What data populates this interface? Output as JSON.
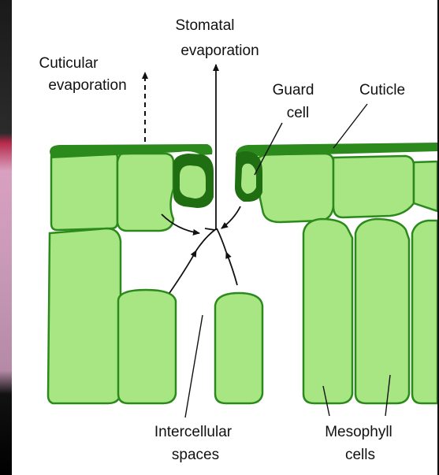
{
  "colors": {
    "cell_fill": "#a8e684",
    "cell_outline": "#2c8a1c",
    "cuticle": "#2c8a1c",
    "guard_cell": "#1f6e12",
    "background": "#ffffff",
    "text": "#111111"
  },
  "labels": {
    "stomatal_line1": "Stomatal",
    "stomatal_line2": "evaporation",
    "cuticular_line1": "Cuticular",
    "cuticular_line2": "evaporation",
    "guard_line1": "Guard",
    "guard_line2": "cell",
    "cuticle": "Cuticle",
    "intercellular_line1": "Intercellular",
    "intercellular_line2": "spaces",
    "mesophyll_line1": "Mesophyll",
    "mesophyll_line2": "cells"
  }
}
